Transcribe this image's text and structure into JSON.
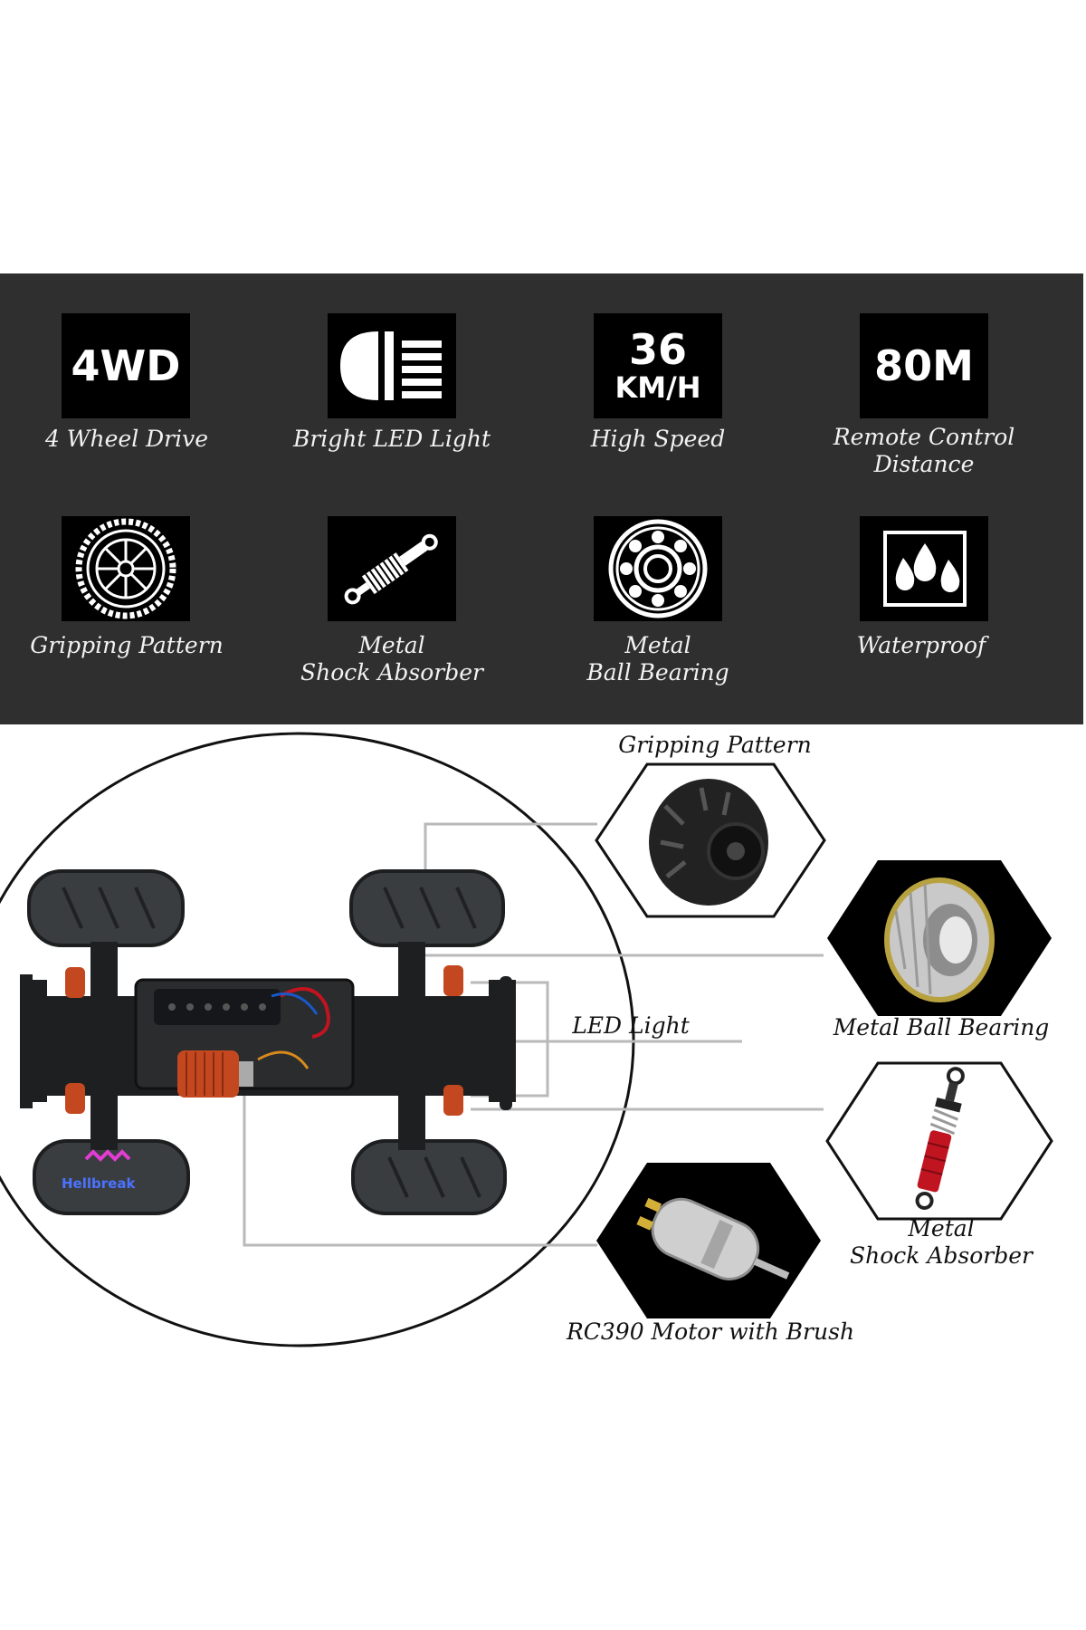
{
  "features": [
    {
      "icon": "4wd-badge-icon",
      "badge": "4WD",
      "label": "4  Wheel Drive"
    },
    {
      "icon": "led-headlight-icon",
      "label": "Bright LED Light"
    },
    {
      "icon": "speed-badge-icon",
      "badge": "36",
      "badge_sub": "KM/H",
      "label": "High Speed"
    },
    {
      "icon": "distance-badge-icon",
      "badge": "80M",
      "label": "Remote Control\nDistance"
    },
    {
      "icon": "tire-icon",
      "label": "Gripping Pattern"
    },
    {
      "icon": "shock-absorber-icon",
      "label": "Metal\nShock Absorber"
    },
    {
      "icon": "ball-bearing-icon",
      "label": "Metal\nBall Bearing"
    },
    {
      "icon": "water-drops-icon",
      "label": "Waterproof"
    }
  ],
  "parts": {
    "gripping": "Gripping Pattern",
    "bearing": "Metal Ball Bearing",
    "led": "LED Light",
    "shock": "Metal\nShock Absorber",
    "motor": "RC390 Motor with Brush"
  },
  "colors": {
    "panel": "#2f2f2f",
    "icon_bg": "#000000",
    "motor_copper": "#c4481f",
    "shock_red": "#c01420",
    "logo_blue": "#4a73ff",
    "logo_magenta": "#e23cd2"
  },
  "logo_text": "Hellbreak"
}
